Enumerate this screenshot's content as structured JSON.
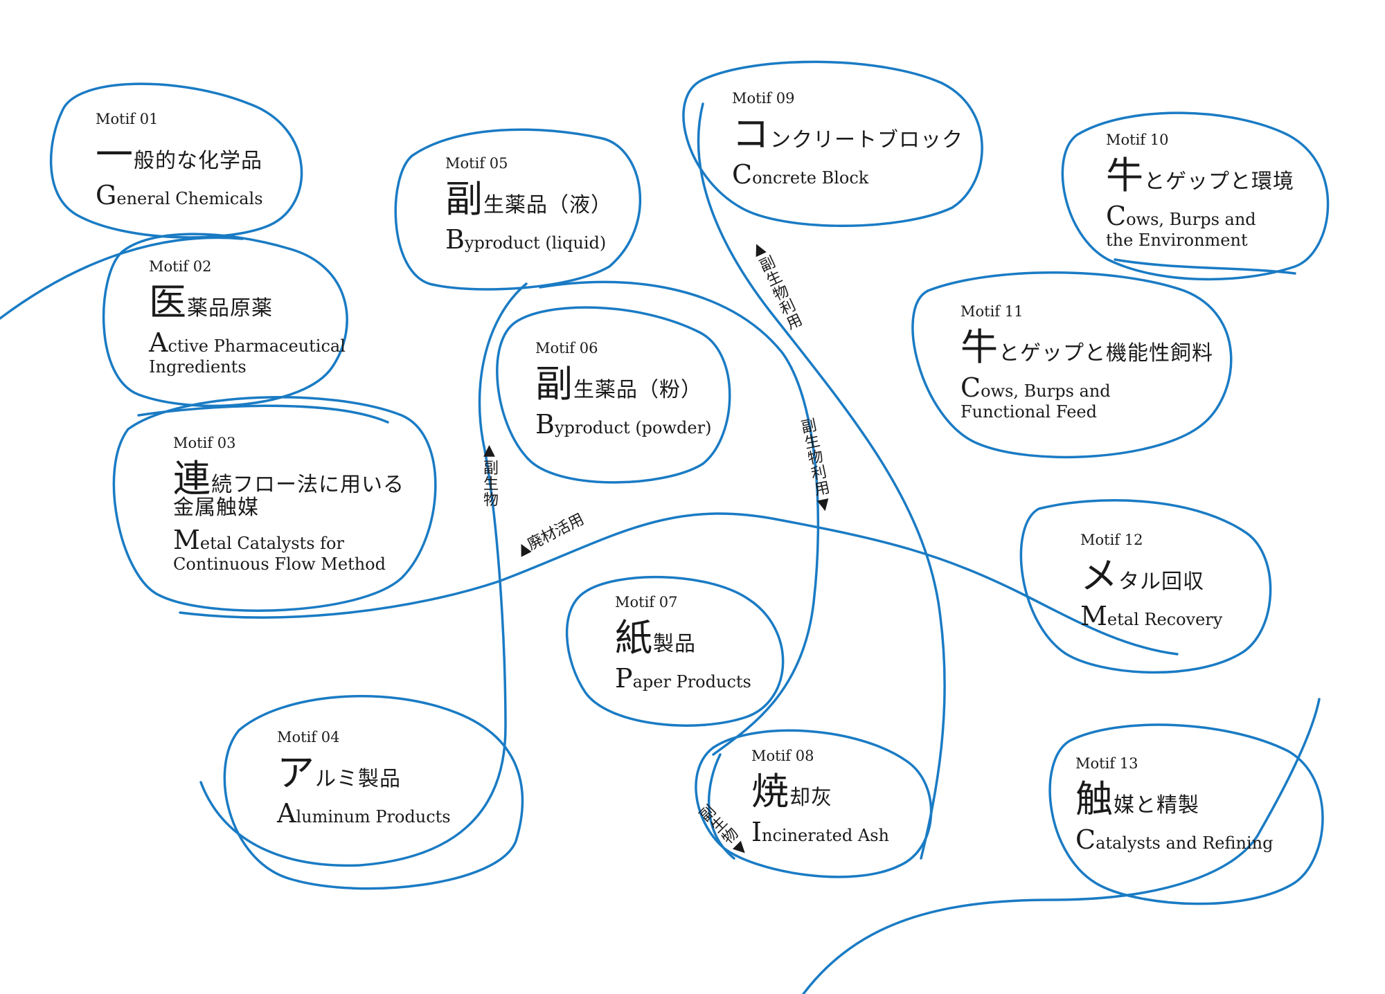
{
  "colors": {
    "stroke": "#1a7bc4",
    "text": "#1a1a1a",
    "background": "#ffffff"
  },
  "motifs": [
    {
      "label": "Motif 01",
      "ja_initial": "一",
      "ja_rest": "般的な化学品",
      "en_initial": "G",
      "en_rest": "eneral Chemicals",
      "en_line2": ""
    },
    {
      "label": "Motif 02",
      "ja_initial": "医",
      "ja_rest": "薬品原薬",
      "en_initial": "A",
      "en_rest": "ctive Pharmaceutical",
      "en_line2": "Ingredients"
    },
    {
      "label": "Motif 03",
      "ja_initial": "連",
      "ja_rest": "続フロー法に用いる",
      "ja_line2": "金属触媒",
      "en_initial": "M",
      "en_rest": "etal Catalysts for",
      "en_line2": "Continuous Flow Method"
    },
    {
      "label": "Motif 04",
      "ja_initial": "ア",
      "ja_rest": "ルミ製品",
      "en_initial": "A",
      "en_rest": "luminum Products",
      "en_line2": ""
    },
    {
      "label": "Motif 05",
      "ja_initial": "副",
      "ja_rest": "生薬品（液）",
      "en_initial": "B",
      "en_rest": "yproduct (liquid)",
      "en_line2": ""
    },
    {
      "label": "Motif 06",
      "ja_initial": "副",
      "ja_rest": "生薬品（粉）",
      "en_initial": "B",
      "en_rest": "yproduct (powder)",
      "en_line2": ""
    },
    {
      "label": "Motif 07",
      "ja_initial": "紙",
      "ja_rest": "製品",
      "en_initial": "P",
      "en_rest": "aper Products",
      "en_line2": ""
    },
    {
      "label": "Motif 08",
      "ja_initial": "焼",
      "ja_rest": "却灰",
      "en_initial": "I",
      "en_rest": "ncinerated Ash",
      "en_line2": ""
    },
    {
      "label": "Motif 09",
      "ja_initial": "コ",
      "ja_rest": "ンクリートブロック",
      "en_initial": "C",
      "en_rest": "oncrete Block",
      "en_line2": ""
    },
    {
      "label": "Motif 10",
      "ja_initial": "牛",
      "ja_rest": "とゲップと環境",
      "en_initial": "C",
      "en_rest": "ows, Burps and",
      "en_line2": "the Environment"
    },
    {
      "label": "Motif 11",
      "ja_initial": "牛",
      "ja_rest": "とゲップと機能性飼料",
      "en_initial": "C",
      "en_rest": "ows, Burps and",
      "en_line2": "Functional Feed"
    },
    {
      "label": "Motif 12",
      "ja_initial": "メ",
      "ja_rest": "タル回収",
      "en_initial": "M",
      "en_rest": "etal Recovery",
      "en_line2": ""
    },
    {
      "label": "Motif 13",
      "ja_initial": "触",
      "ja_rest": "媒と精製",
      "en_initial": "C",
      "en_rest": "atalysts and Refining",
      "en_line2": ""
    }
  ],
  "connectors": {
    "byproduct_a": "▲副生物",
    "waste_use": "▲廃材活用",
    "byproduct_use_a": "▲副生物利用",
    "byproduct_use_b": "副生物利用▼",
    "byproduct_b": "副生物▼"
  }
}
